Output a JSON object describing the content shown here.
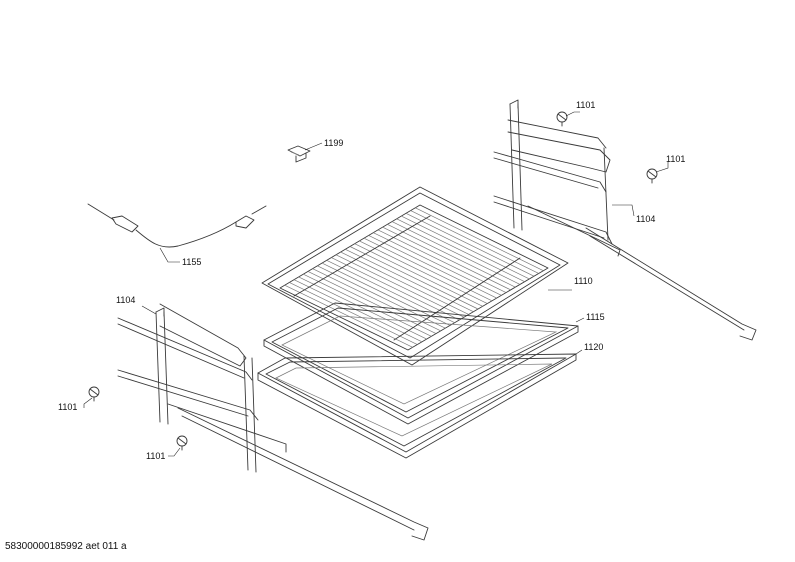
{
  "callouts": {
    "c1199": "1199",
    "c1101_tr_a": "1101",
    "c1101_tr_b": "1101",
    "c1104_right": "1104",
    "c1155": "1155",
    "c1110": "1110",
    "c1115": "1115",
    "c1120": "1120",
    "c1104_left": "1104",
    "c1101_left_a": "1101",
    "c1101_left_b": "1101"
  },
  "footer": {
    "code": "58300000185992 aet 011 a"
  }
}
